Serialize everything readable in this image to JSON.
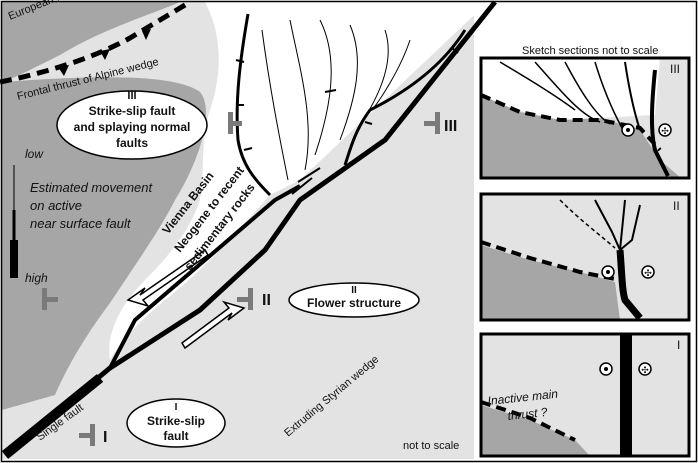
{
  "labels": {
    "european_foreland": "European foreland",
    "frontal_thrust": "Frontal thrust of Alpine wedge",
    "sketch_title": "Sketch sections not to scale",
    "not_to_scale": "not to scale",
    "vienna_basin_1": "Vienna Basin",
    "vienna_basin_2": "Neogene to recent",
    "vienna_basin_3": "sedimentary rocks",
    "extruding": "Extruding Styrian wedge",
    "single_fault": "Single fault",
    "inactive_1": "Inactive main",
    "inactive_2": "thrust ?"
  },
  "legend": {
    "low": "low",
    "high": "high",
    "caption_1": "Estimated movement",
    "caption_2": "on active",
    "caption_3": "near surface fault"
  },
  "callouts": {
    "c3": {
      "numeral": "III",
      "line1": "Strike-slip fault",
      "line2": "and splaying normal",
      "line3": "faults"
    },
    "c2": {
      "numeral": "II",
      "line1": "Flower structure"
    },
    "c1": {
      "numeral": "I",
      "line1": "Strike-slip",
      "line2": "fault"
    }
  },
  "section_markers": {
    "s3": "III",
    "s2": "II",
    "s1": "I",
    "left": ""
  },
  "panels": {
    "p3": "III",
    "p2": "II",
    "p1": "I"
  },
  "colors": {
    "dark_gray": "#a6a6a6",
    "light_gray": "#e3e3e3",
    "white": "#ffffff",
    "line": "#000000",
    "marker": "#7a7a7a"
  }
}
